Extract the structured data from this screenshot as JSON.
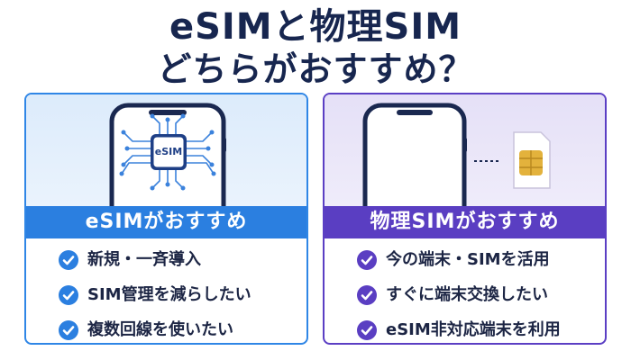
{
  "title": {
    "line1": "eSIMと物理SIM",
    "line2": "どちらがおすすめ？"
  },
  "colors": {
    "title": "#17264f",
    "esim_accent": "#2b7fe0",
    "physical_accent": "#5a3ec2",
    "chip_gold": "#e3b23c"
  },
  "left": {
    "chip_label": "eSIM",
    "header": "eSIMがおすすめ",
    "items": [
      "新規・一斉導入",
      "SIM管理を減らしたい",
      "複数回線を使いたい"
    ]
  },
  "right": {
    "header": "物理SIMがおすすめ",
    "items": [
      "今の端末・SIMを活用",
      "すぐに端末交換したい",
      "eSIM非対応端末を利用"
    ]
  },
  "icons": {
    "check": "check-circle-icon",
    "phone": "smartphone-icon",
    "chip": "esim-chip-icon",
    "sim_card": "sim-card-icon"
  }
}
